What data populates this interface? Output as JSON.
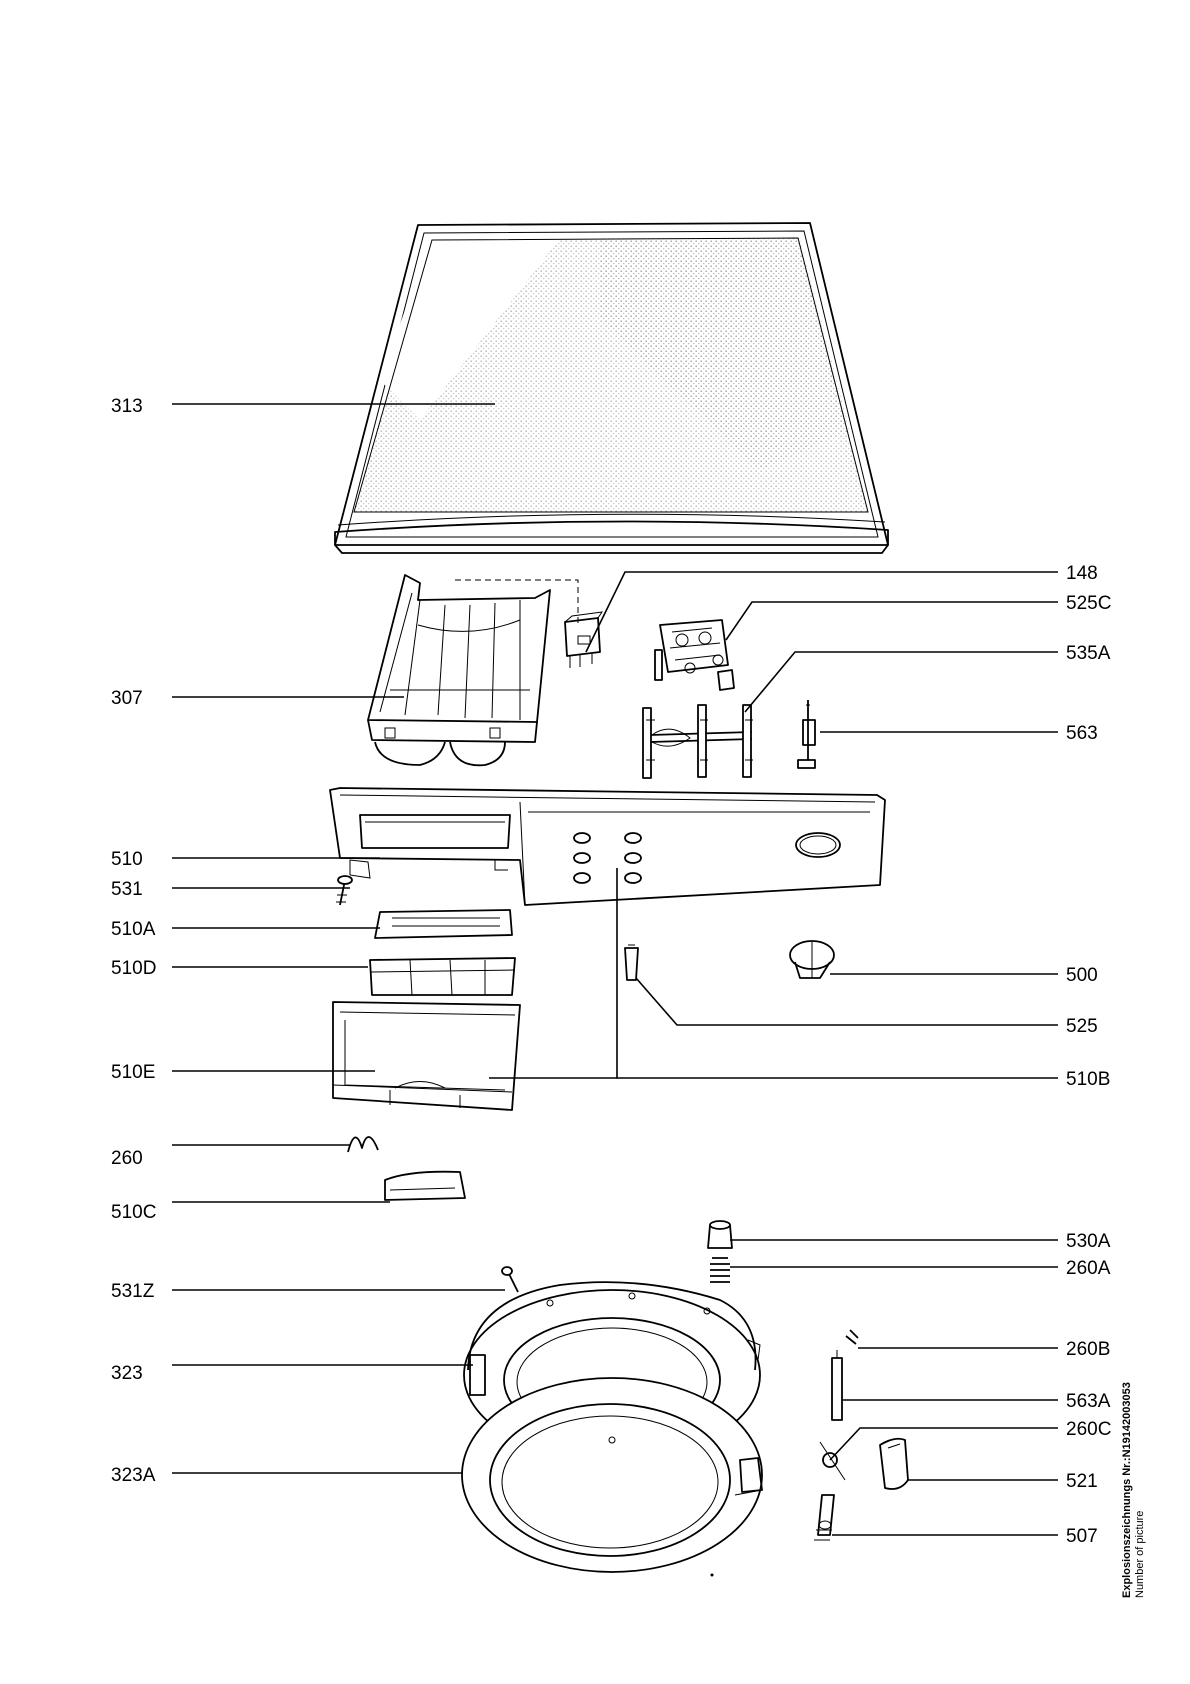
{
  "labels": {
    "l313": "313",
    "l307": "307",
    "l510": "510",
    "l531": "531",
    "l510A": "510A",
    "l510D": "510D",
    "l510E": "510E",
    "l260": "260",
    "l510C": "510C",
    "l531Z": "531Z",
    "l323": "323",
    "l323A": "323A",
    "l148": "148",
    "l525C": "525C",
    "l535A": "535A",
    "l563": "563",
    "l500": "500",
    "l525": "525",
    "l510B": "510B",
    "l530A": "530A",
    "l260A": "260A",
    "l260B": "260B",
    "l563A": "563A",
    "l260C": "260C",
    "l521": "521",
    "l507": "507"
  },
  "caption": {
    "line1": "Explosionszeichnungs  Nr.:N19142003053",
    "line2": "Number of picture"
  },
  "colors": {
    "ink": "#000000",
    "paper": "#ffffff",
    "stipple": "#9a9a9a"
  }
}
